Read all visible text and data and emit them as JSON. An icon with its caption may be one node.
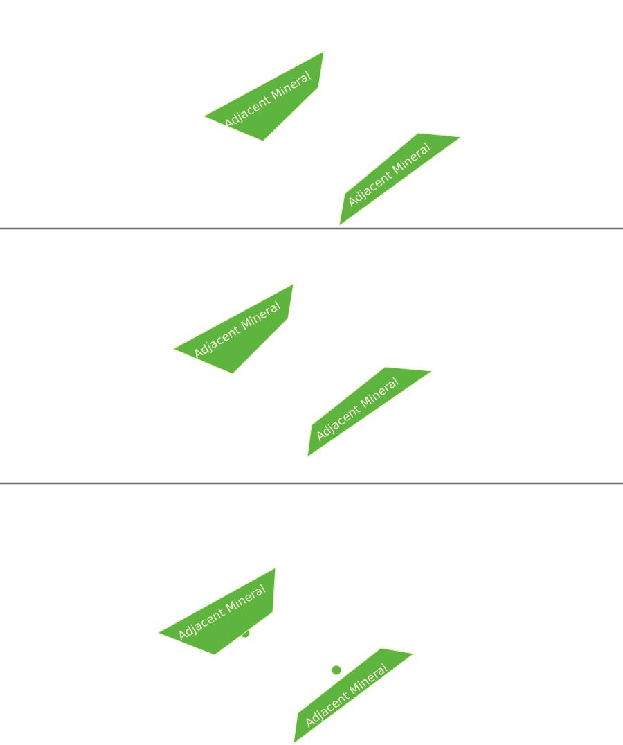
{
  "diagram": {
    "nodes": [
      {
        "text": [
          "Adjacent Mineral"
        ]
      },
      {
        "text": [
          "Adjacent Mineral"
        ]
      },
      {
        "text": [
          "Adjacent Mineral"
        ]
      },
      {
        "text": [
          "Adjacent Mineral"
        ]
      },
      {
        "text": [
          "Adjacent Mineral"
        ]
      },
      {
        "text": [
          "Adjacent Mineral"
        ]
      }
    ]
  }
}
